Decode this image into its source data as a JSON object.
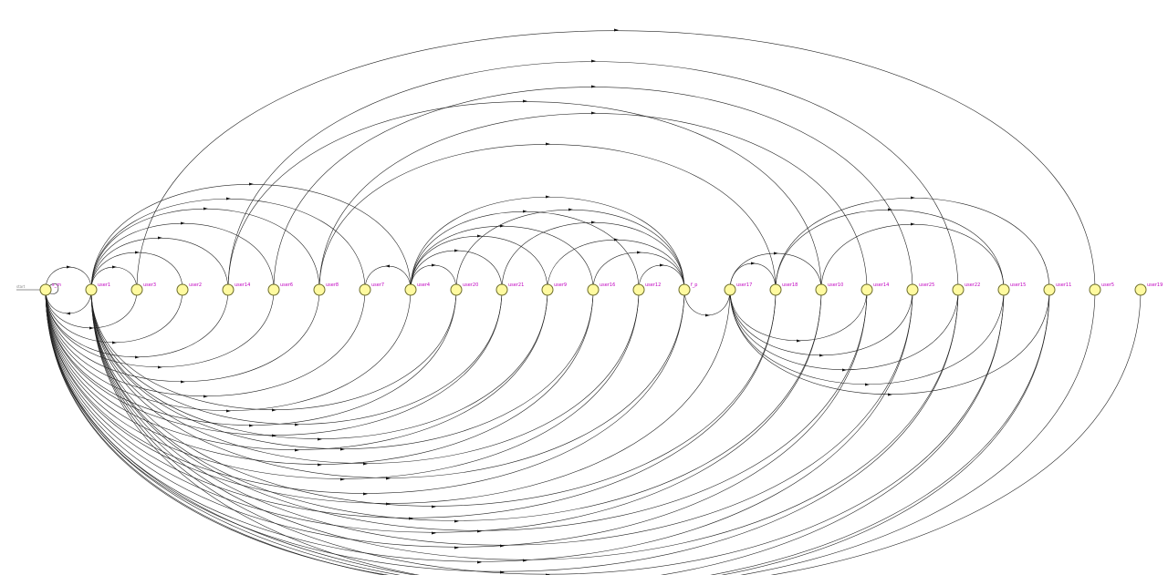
{
  "diagram": {
    "start_label": "start",
    "states": [
      {
        "id": 0,
        "label": "s_m"
      },
      {
        "id": 1,
        "label": "user1"
      },
      {
        "id": 2,
        "label": "user3"
      },
      {
        "id": 3,
        "label": "user2"
      },
      {
        "id": 4,
        "label": "user14"
      },
      {
        "id": 5,
        "label": "user6"
      },
      {
        "id": 6,
        "label": "user8"
      },
      {
        "id": 7,
        "label": "user7"
      },
      {
        "id": 8,
        "label": "user4"
      },
      {
        "id": 9,
        "label": "user20"
      },
      {
        "id": 10,
        "label": "user21"
      },
      {
        "id": 11,
        "label": "user9"
      },
      {
        "id": 12,
        "label": "user16"
      },
      {
        "id": 13,
        "label": "user12"
      },
      {
        "id": 14,
        "label": "f_p"
      },
      {
        "id": 15,
        "label": "user17"
      },
      {
        "id": 16,
        "label": "user18"
      },
      {
        "id": 17,
        "label": "user10"
      },
      {
        "id": 18,
        "label": "user14"
      },
      {
        "id": 19,
        "label": "user25"
      },
      {
        "id": 20,
        "label": "user22"
      },
      {
        "id": 21,
        "label": "user15"
      },
      {
        "id": 22,
        "label": "user11"
      },
      {
        "id": 23,
        "label": "user5"
      },
      {
        "id": 24,
        "label": "user19"
      }
    ],
    "edges": [
      [
        0,
        1,
        "u"
      ],
      [
        1,
        0,
        "d"
      ],
      [
        0,
        2,
        "d"
      ],
      [
        0,
        3,
        "d"
      ],
      [
        0,
        4,
        "d"
      ],
      [
        0,
        5,
        "d"
      ],
      [
        0,
        6,
        "d"
      ],
      [
        0,
        7,
        "d"
      ],
      [
        0,
        8,
        "d"
      ],
      [
        0,
        9,
        "d"
      ],
      [
        0,
        10,
        "d"
      ],
      [
        0,
        11,
        "d"
      ],
      [
        0,
        12,
        "d"
      ],
      [
        0,
        13,
        "d"
      ],
      [
        0,
        14,
        "d"
      ],
      [
        0,
        15,
        "d"
      ],
      [
        0,
        16,
        "d"
      ],
      [
        0,
        17,
        "d"
      ],
      [
        0,
        18,
        "d"
      ],
      [
        0,
        19,
        "d"
      ],
      [
        0,
        20,
        "d"
      ],
      [
        0,
        21,
        "d"
      ],
      [
        0,
        22,
        "d"
      ],
      [
        0,
        23,
        "d"
      ],
      [
        0,
        24,
        "d"
      ],
      [
        1,
        2,
        "u"
      ],
      [
        1,
        3,
        "u"
      ],
      [
        1,
        4,
        "u"
      ],
      [
        1,
        5,
        "u"
      ],
      [
        1,
        6,
        "u"
      ],
      [
        1,
        7,
        "u"
      ],
      [
        1,
        8,
        "u"
      ],
      [
        1,
        9,
        "d"
      ],
      [
        1,
        10,
        "d"
      ],
      [
        1,
        11,
        "d"
      ],
      [
        1,
        12,
        "d"
      ],
      [
        1,
        13,
        "d"
      ],
      [
        1,
        14,
        "d"
      ],
      [
        1,
        16,
        "d"
      ],
      [
        1,
        17,
        "d"
      ],
      [
        1,
        18,
        "d"
      ],
      [
        1,
        19,
        "d"
      ],
      [
        1,
        20,
        "d"
      ],
      [
        1,
        21,
        "d"
      ],
      [
        1,
        22,
        "d"
      ],
      [
        2,
        23,
        "u"
      ],
      [
        4,
        20,
        "u"
      ],
      [
        4,
        17,
        "u"
      ],
      [
        5,
        19,
        "u"
      ],
      [
        6,
        18,
        "u"
      ],
      [
        6,
        16,
        "u"
      ],
      [
        8,
        7,
        "u"
      ],
      [
        8,
        9,
        "u"
      ],
      [
        8,
        10,
        "u"
      ],
      [
        8,
        11,
        "u"
      ],
      [
        8,
        12,
        "u"
      ],
      [
        8,
        13,
        "u"
      ],
      [
        8,
        14,
        "u"
      ],
      [
        9,
        14,
        "u"
      ],
      [
        10,
        14,
        "u"
      ],
      [
        11,
        14,
        "u"
      ],
      [
        12,
        14,
        "u"
      ],
      [
        13,
        14,
        "u"
      ],
      [
        14,
        15,
        "d"
      ],
      [
        15,
        16,
        "u"
      ],
      [
        15,
        17,
        "u"
      ],
      [
        15,
        18,
        "d"
      ],
      [
        15,
        19,
        "d"
      ],
      [
        15,
        20,
        "d"
      ],
      [
        15,
        21,
        "d"
      ],
      [
        15,
        22,
        "d"
      ],
      [
        16,
        22,
        "u"
      ],
      [
        17,
        21,
        "u"
      ],
      [
        16,
        21,
        "u"
      ]
    ]
  }
}
